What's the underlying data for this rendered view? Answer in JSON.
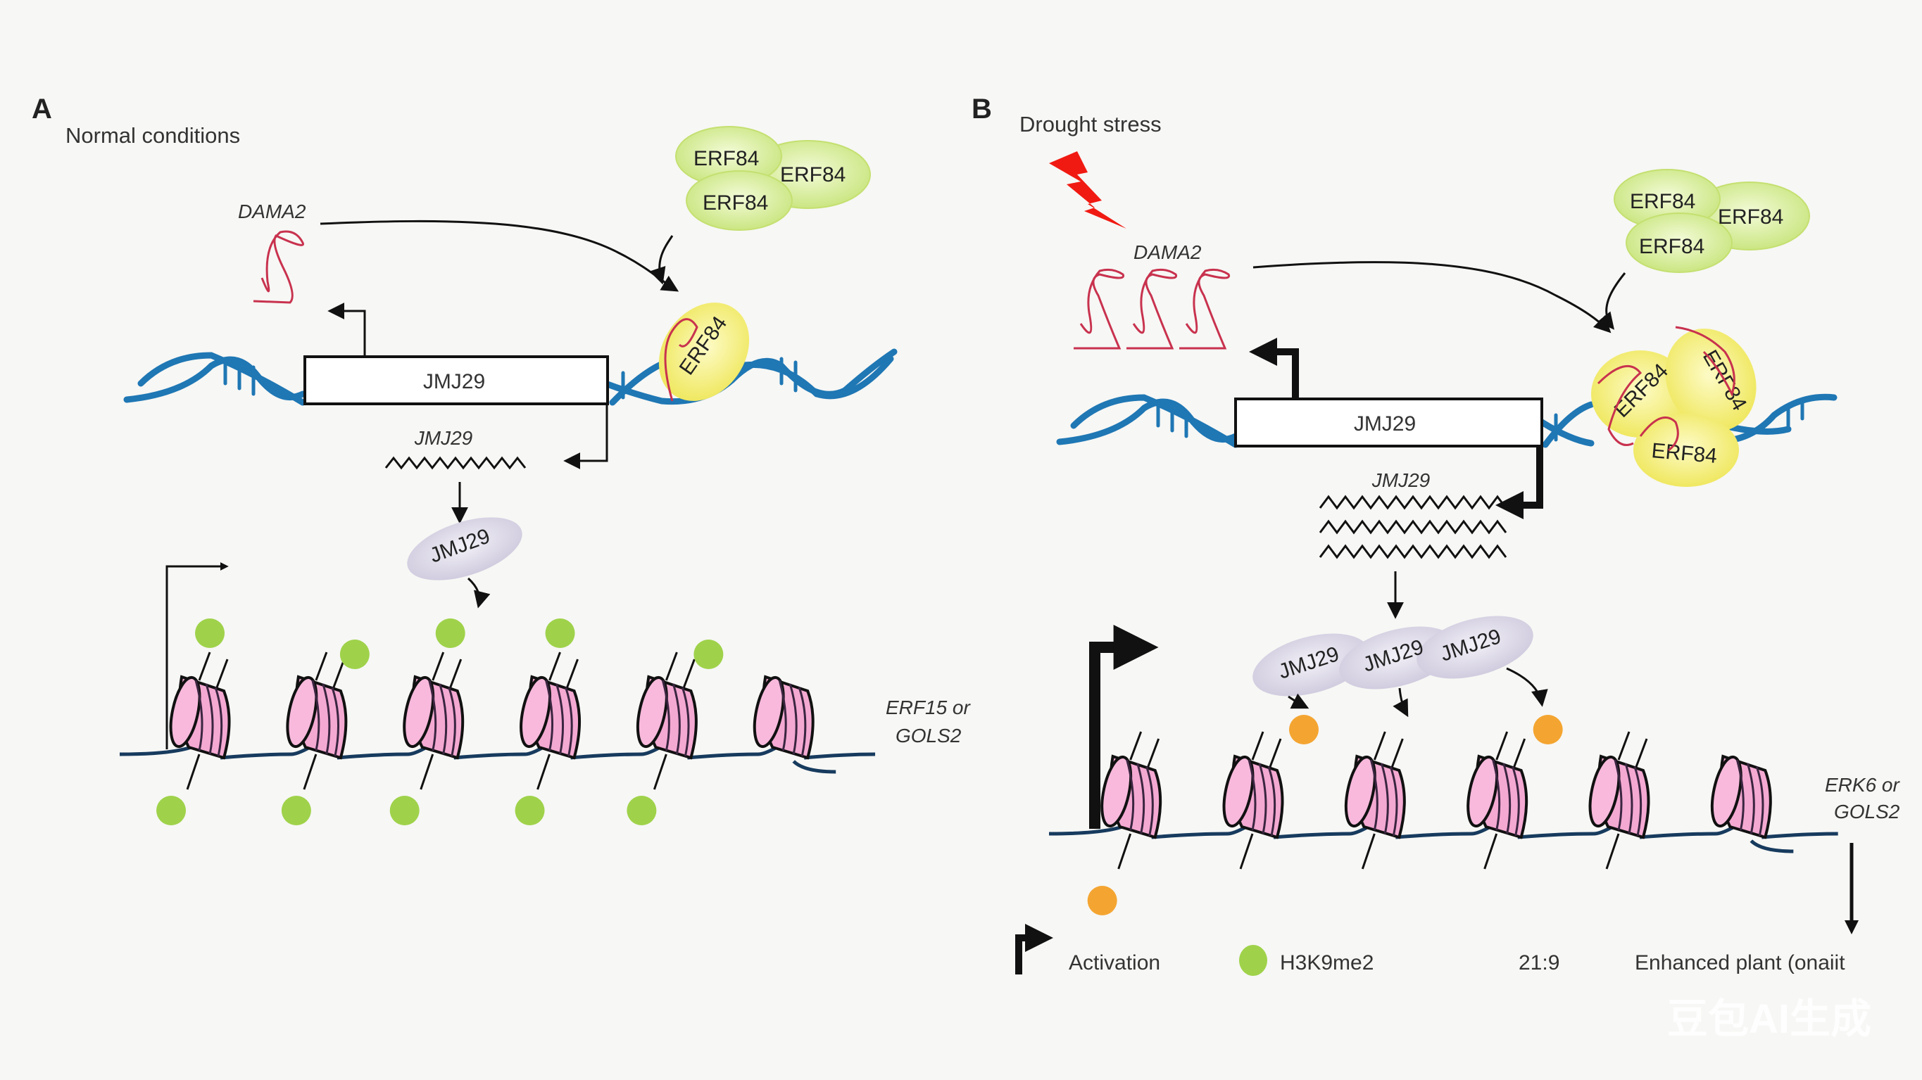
{
  "panels": [
    {
      "letter": "A",
      "condition": "Normal conditions",
      "mrna_label": "DAMA2",
      "complex": [
        "ERF84",
        "ERF84",
        "ERF84"
      ],
      "bound_protein": "ERF84",
      "gene_box": "JMJ29",
      "transcript_label": "JMJ29",
      "enzyme": [
        "JMJ29"
      ],
      "target_gene": [
        "ERF15 or",
        "GOLS2"
      ],
      "mark_color": "#9fd24a",
      "nucleosome_count": 6
    },
    {
      "letter": "B",
      "condition": "Drought stress",
      "mrna_label": "DAMA2",
      "complex": [
        "ERF84",
        "ERF84",
        "ERF84"
      ],
      "bound_proteins": [
        "ERF84",
        "ERF84",
        "ERF84"
      ],
      "gene_box": "JMJ29",
      "transcript_label": "JMJ29",
      "enzyme": [
        "JMJ29",
        "JMJ29",
        "JMJ29"
      ],
      "target_gene": [
        "ERK6 or",
        "GOLS2"
      ],
      "mark_color": "#f4a531",
      "nucleosome_count": 6
    }
  ],
  "legend": {
    "activation": "Activation",
    "mark": "H3K9me2",
    "ratio": "21:9",
    "outcome": "Enhanced plant (onaiit"
  },
  "icons": {
    "stress": "lightning-bolt-icon"
  },
  "colors": {
    "dna": "#1f77b4",
    "erf_complex": "#d4ec8a",
    "erf_bound": "#f3ee5a",
    "jmj_enzyme": "#d9d6e6",
    "nucleosome": "#f2a3cf",
    "h3k9me2": "#9fd24a",
    "mark_b": "#f4a531",
    "mrna": "#c8324e",
    "bolt": "#f01a12"
  },
  "watermark": "豆包AI生成"
}
